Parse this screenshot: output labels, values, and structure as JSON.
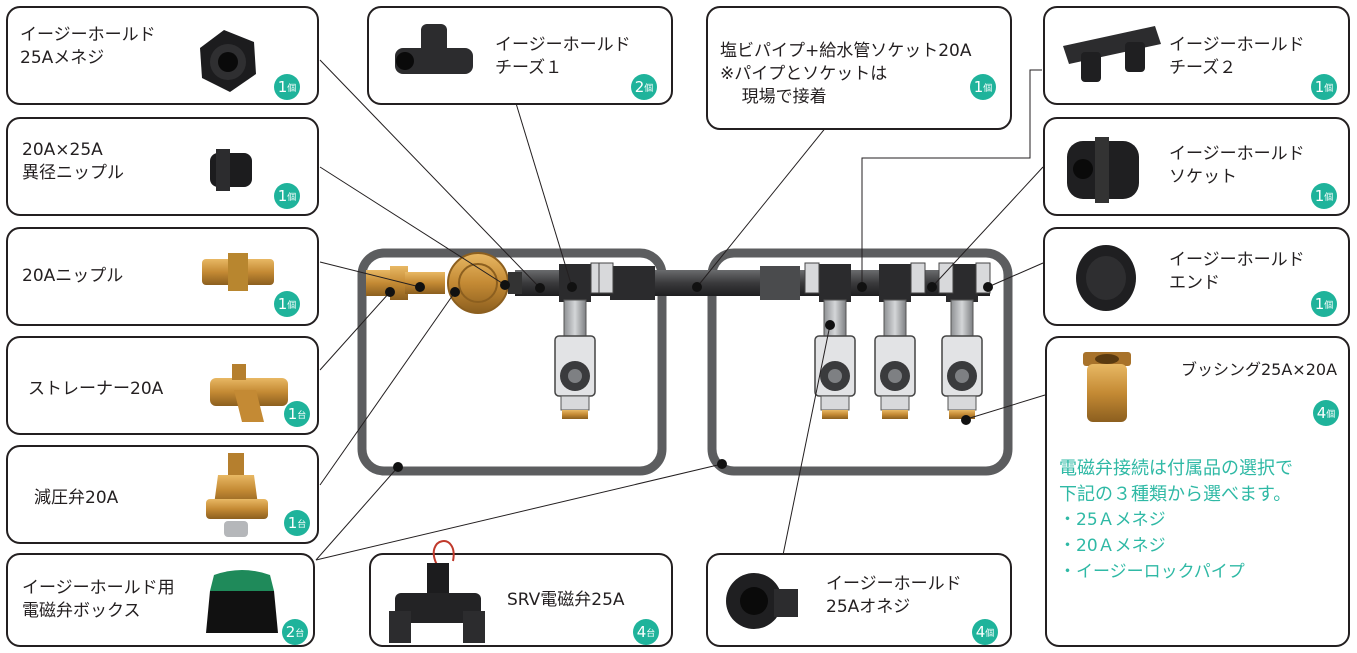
{
  "parts": [
    {
      "key": "male25",
      "label": "イージーホールド\n25Aメネジ",
      "qty_n": "1",
      "qty_u": "個",
      "icon": "female-adapter-icon"
    },
    {
      "key": "nipple_reducing",
      "label": "20A×25A\n異径ニップル",
      "qty_n": "1",
      "qty_u": "個",
      "icon": "reducing-nipple-icon"
    },
    {
      "key": "nipple20",
      "label": "20Aニップル",
      "qty_n": "1",
      "qty_u": "個",
      "icon": "brass-nipple-icon"
    },
    {
      "key": "strainer",
      "label": "ストレーナー20A",
      "qty_n": "1",
      "qty_u": "台",
      "icon": "strainer-icon"
    },
    {
      "key": "prv",
      "label": "減圧弁20A",
      "qty_n": "1",
      "qty_u": "台",
      "icon": "pressure-reducing-valve-icon"
    },
    {
      "key": "box",
      "label": "イージーホールド用\n電磁弁ボックス",
      "qty_n": "2",
      "qty_u": "台",
      "icon": "valve-box-icon"
    },
    {
      "key": "tee1",
      "label": "イージーホールド\nチーズ１",
      "qty_n": "2",
      "qty_u": "個",
      "icon": "tee-icon"
    },
    {
      "key": "socket_pipe",
      "label": "塩ビパイプ+給水管ソケット20A\n※パイプとソケットは\n    現場で接着",
      "qty_n": "1",
      "qty_u": "個",
      "icon": ""
    },
    {
      "key": "srv",
      "label": "SRV電磁弁25A",
      "qty_n": "4",
      "qty_u": "台",
      "icon": "solenoid-valve-icon"
    },
    {
      "key": "male25b",
      "label": "イージーホールド\n25Aオネジ",
      "qty_n": "4",
      "qty_u": "個",
      "icon": "male-adapter-icon"
    },
    {
      "key": "tee2",
      "label": "イージーホールド\nチーズ２",
      "qty_n": "1",
      "qty_u": "個",
      "icon": "double-tee-icon"
    },
    {
      "key": "socket",
      "label": "イージーホールド\nソケット",
      "qty_n": "1",
      "qty_u": "個",
      "icon": "socket-icon"
    },
    {
      "key": "end",
      "label": "イージーホールド\nエンド",
      "qty_n": "1",
      "qty_u": "個",
      "icon": "end-cap-icon"
    },
    {
      "key": "bushing",
      "label": "ブッシング25A×20A",
      "qty_n": "4",
      "qty_u": "個",
      "icon": "bushing-icon"
    }
  ],
  "note": {
    "line1": "電磁弁接続は付属品の選択で",
    "line2": "下記の３種類から選べます。",
    "opt1": "・25Ａメネジ",
    "opt2": "・20Ａメネジ",
    "opt3": "・イージーロックパイプ"
  },
  "colors": {
    "accent": "#1fb39b",
    "note": "#2fb9a5",
    "pipe": "#3a3a3c",
    "box": "#5c5d5f",
    "brass": "#c8923e"
  }
}
